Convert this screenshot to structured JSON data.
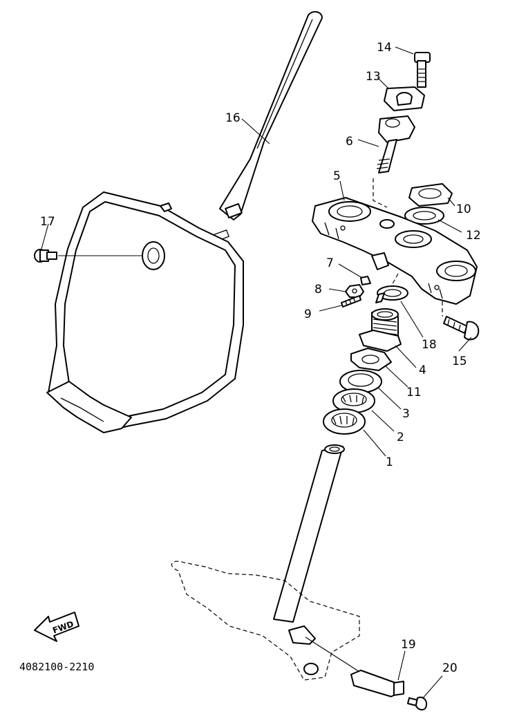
{
  "callouts": {
    "c1": "1",
    "c2": "2",
    "c3": "3",
    "c4": "4",
    "c5": "5",
    "c6": "6",
    "c7": "7",
    "c8": "8",
    "c9": "9",
    "c10": "10",
    "c11": "11",
    "c12": "12",
    "c13": "13",
    "c14": "14",
    "c15": "15",
    "c16": "16",
    "c17": "17",
    "c18": "18",
    "c19": "19",
    "c20": "20"
  },
  "fwd_label": "FWD",
  "drawing_code": "4082100-2210"
}
